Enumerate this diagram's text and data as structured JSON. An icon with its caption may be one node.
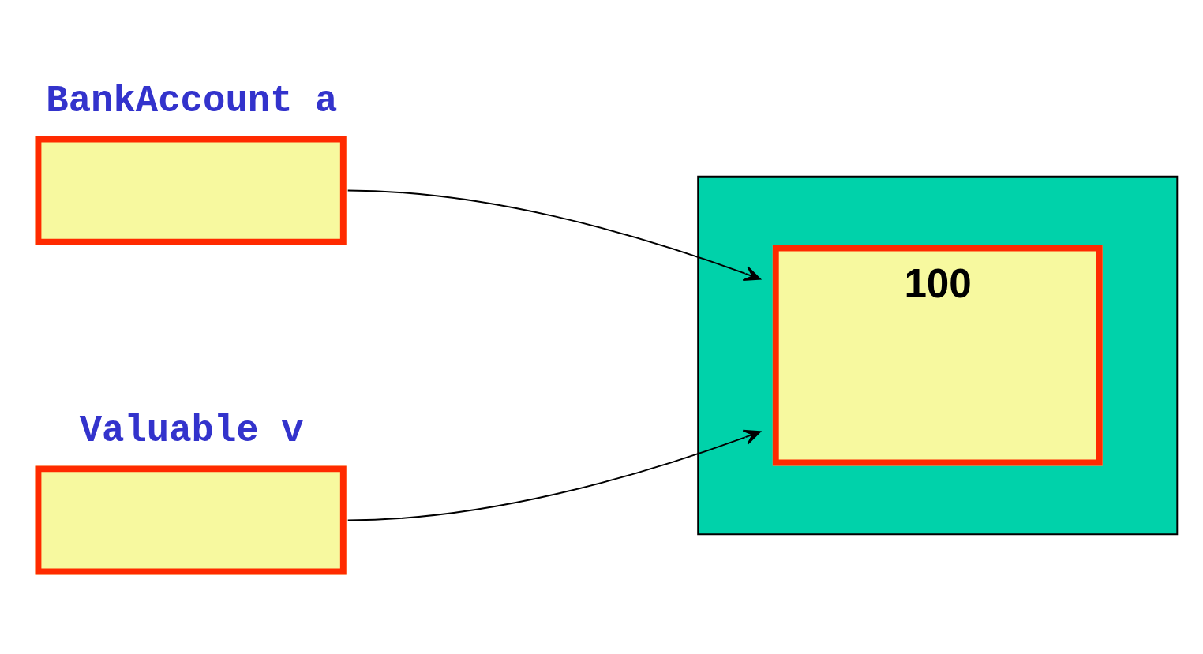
{
  "diagram": {
    "nodes": [
      {
        "text": [],
        "shape": "box"
      },
      {
        "text": [
          "100"
        ],
        "in": 0
      },
      {
        "text": [
          "BankAccount a"
        ]
      },
      {
        "text": [
          "Valuable v"
        ]
      }
    ],
    "edges": [
      {
        "from": 2,
        "to": 1,
        "arrow": "to"
      },
      {
        "from": 3,
        "to": 1,
        "arrow": "to"
      }
    ]
  }
}
